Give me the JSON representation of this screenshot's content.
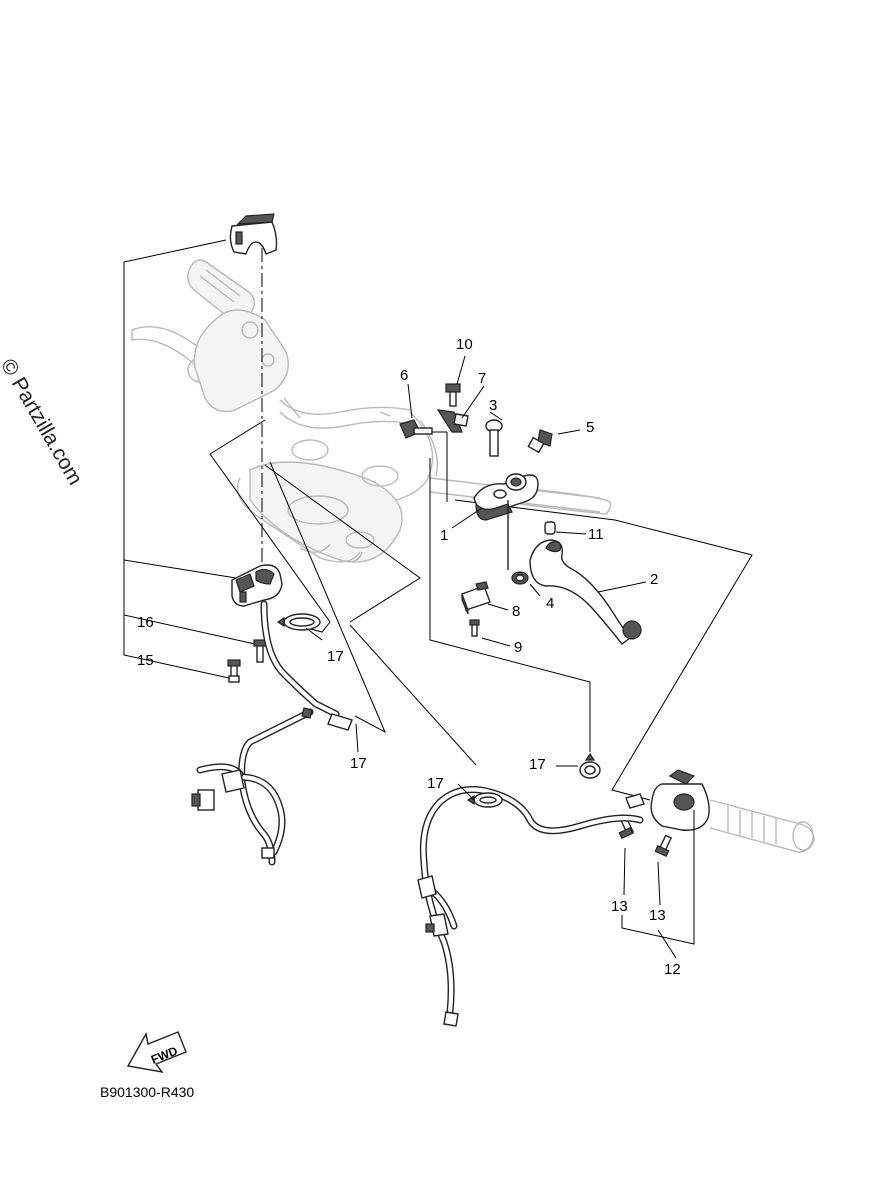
{
  "watermark": "© Partzilla.com",
  "diagram_code": "B901300-R430",
  "fwd_label": "FWD",
  "callouts": [
    {
      "id": "c1",
      "label": "1"
    },
    {
      "id": "c2",
      "label": "2"
    },
    {
      "id": "c3",
      "label": "3"
    },
    {
      "id": "c4",
      "label": "4"
    },
    {
      "id": "c5",
      "label": "5"
    },
    {
      "id": "c6",
      "label": "6"
    },
    {
      "id": "c7",
      "label": "7"
    },
    {
      "id": "c8",
      "label": "8"
    },
    {
      "id": "c9",
      "label": "9"
    },
    {
      "id": "c10",
      "label": "10"
    },
    {
      "id": "c11",
      "label": "11"
    },
    {
      "id": "c12",
      "label": "12"
    },
    {
      "id": "c13a",
      "label": "13"
    },
    {
      "id": "c13b",
      "label": "13"
    },
    {
      "id": "c15",
      "label": "15"
    },
    {
      "id": "c16",
      "label": "16"
    },
    {
      "id": "c17a",
      "label": "17"
    },
    {
      "id": "c17b",
      "label": "17"
    },
    {
      "id": "c17c",
      "label": "17"
    },
    {
      "id": "c17d",
      "label": "17"
    }
  ]
}
